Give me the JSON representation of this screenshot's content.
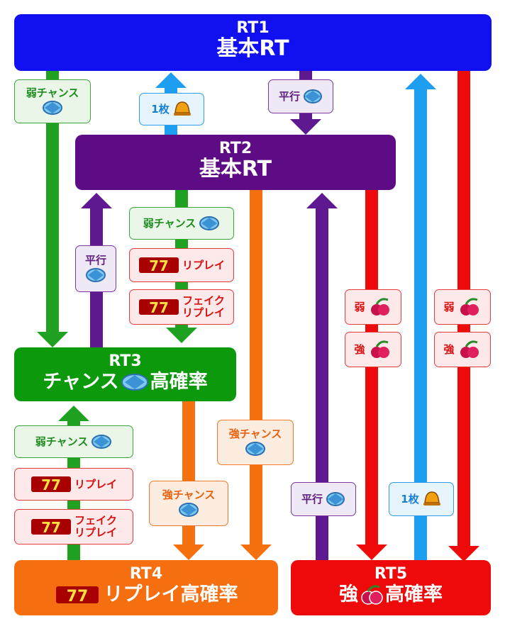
{
  "colors": {
    "rt1": "#1010f0",
    "rt2": "#5e0c86",
    "rt3": "#0c9a0c",
    "rt4": "#f56e10",
    "rt5": "#ee0a0a",
    "green": "#21a121",
    "purple": "#5e1890",
    "blue": "#1e9ef0",
    "red": "#ee0a0a",
    "orange": "#f5700f"
  },
  "rt1": {
    "label": "RT1",
    "name": "基本RT"
  },
  "rt2": {
    "label": "RT2",
    "name": "基本RT"
  },
  "rt3": {
    "label": "RT3",
    "name_a": "チャンス",
    "name_b": "高確率"
  },
  "rt4": {
    "label": "RT4",
    "name": "リプレイ高確率"
  },
  "rt5": {
    "label": "RT5",
    "name_a": "強",
    "name_b": "高確率"
  },
  "labels": {
    "weak_chance_rt1_rt3": "弱チャンス",
    "one_bet_rt2_rt1": "1枚",
    "heikou_rt1_rt2": "平行",
    "weak_chance_rt2_rt3": "弱チャンス",
    "replay_rt2_rt3": "リプレイ",
    "fake_replay_rt2_rt3": "フェイク\nリプレイ",
    "heikou_rt3_rt2": "平行",
    "strong_chance_rt2_rt4": "強チャンス",
    "weak_chance_rt4_rt3": "弱チャンス",
    "replay_rt4_rt3": "リプレイ",
    "fake_replay_rt4_rt3": "フェイク\nリプレイ",
    "strong_chance_rt3_rt4": "強チャンス",
    "heikou_rt5_rt2": "平行",
    "one_bet_rt5_rt1": "1枚",
    "weak_rt2_rt5": "弱",
    "strong_rt2_rt5": "強",
    "weak_rt1_rt5": "弱",
    "strong_rt1_rt5": "強"
  },
  "icons": {
    "chance": "blue-crystal-icon",
    "bell": "bell-icon",
    "seven": "red-seven-icon",
    "cherry": "cherry-icon"
  }
}
